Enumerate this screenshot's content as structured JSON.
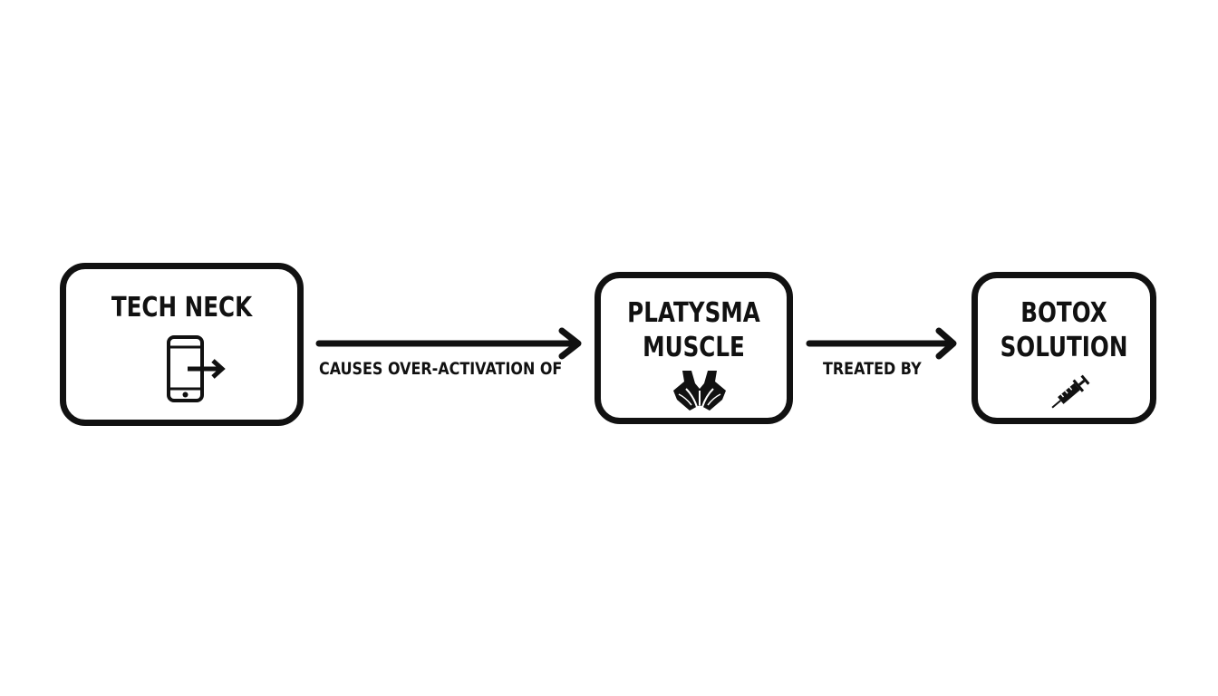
{
  "diagram": {
    "nodes": [
      {
        "id": "tech-neck",
        "label": "TECH NECK",
        "icon": "smartphone-arrow-icon"
      },
      {
        "id": "platysma",
        "label_lines": [
          "PLATYSMA",
          "MUSCLE"
        ],
        "icon": "neck-muscle-icon"
      },
      {
        "id": "botox",
        "label_lines": [
          "BOTOX",
          "SOLUTION"
        ],
        "icon": "syringe-icon"
      }
    ],
    "edges": [
      {
        "from": "tech-neck",
        "to": "platysma",
        "label": "CAUSES OVER-ACTIVATION OF"
      },
      {
        "from": "platysma",
        "to": "botox",
        "label": "TREATED BY"
      }
    ],
    "colors": {
      "stroke": "#111111",
      "background": "#ffffff"
    }
  }
}
